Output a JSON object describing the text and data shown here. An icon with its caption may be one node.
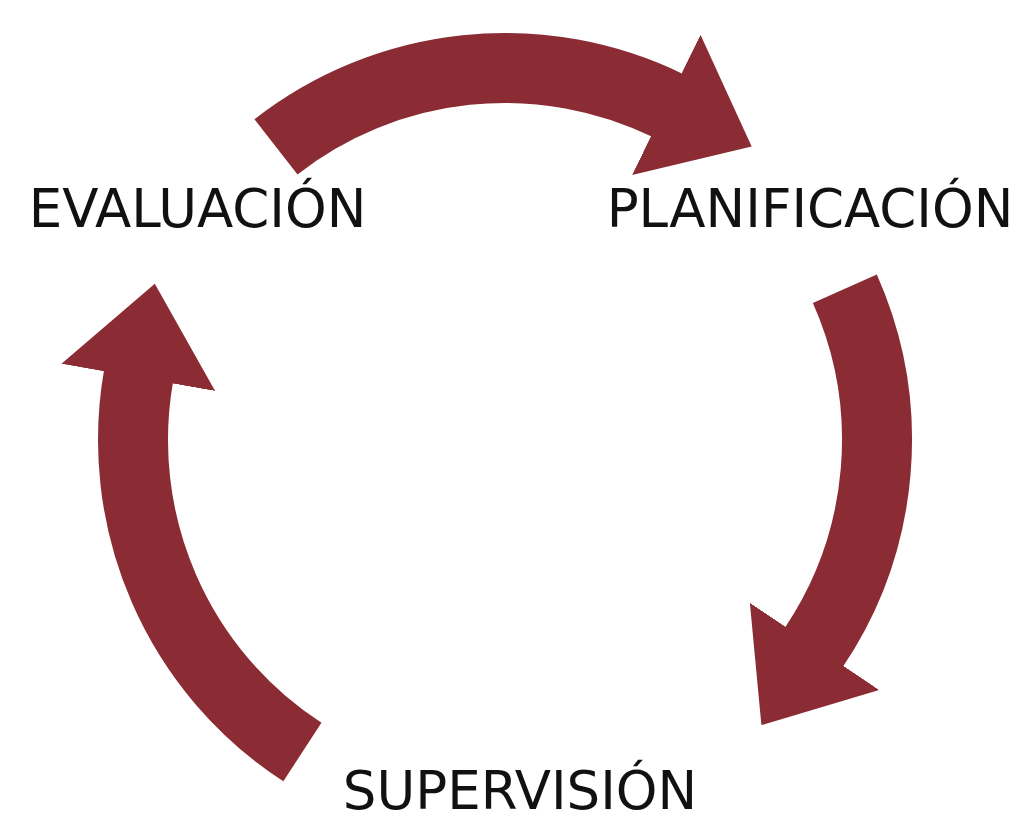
{
  "diagram": {
    "nodes": [
      {
        "text": [
          "EVALUACIÓN"
        ]
      },
      {
        "text": [
          "PLANIFICACIÓN"
        ]
      },
      {
        "text": [
          "SUPERVISIÓN"
        ]
      }
    ],
    "edges": [
      {
        "from": 0,
        "to": 1,
        "arrow": "to"
      },
      {
        "from": 1,
        "to": 2,
        "arrow": "to"
      },
      {
        "from": 2,
        "to": 0,
        "arrow": "to"
      }
    ]
  }
}
